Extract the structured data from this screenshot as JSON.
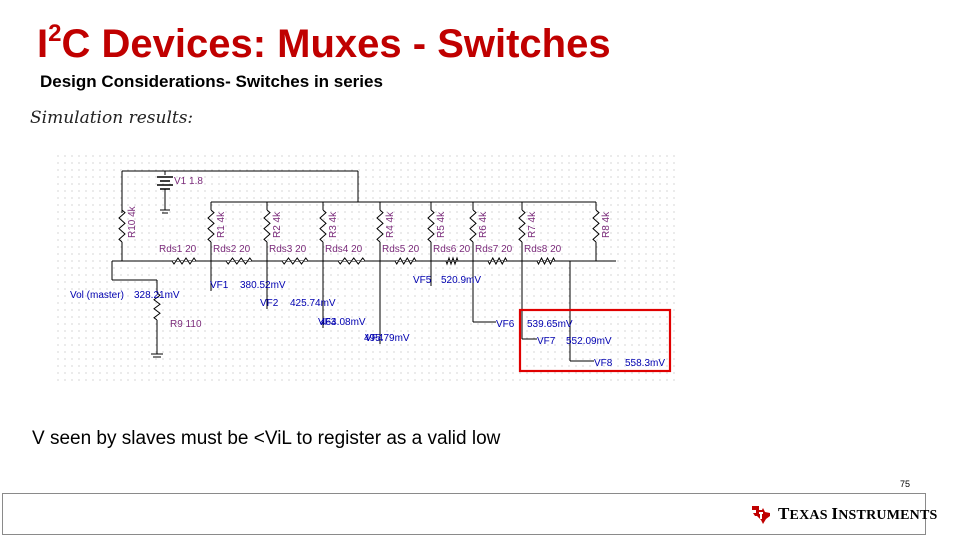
{
  "slide": {
    "title_prefix": "I",
    "title_sup": "2",
    "title_rest": "C Devices: Muxes - Switches",
    "subtitle": "Design Considerations- Switches in series",
    "sim_label": "Simulation results:",
    "note": "V seen by slaves must be <ViL to register as a valid low",
    "page_number": "75"
  },
  "logo": {
    "text_first": "T",
    "text_rest1": "EXAS ",
    "text_second": "I",
    "text_rest2": "NSTRUMENTS",
    "brand_color": "#c00000",
    "icon": "texas-state-icon"
  },
  "schematic": {
    "source_label": "V1 1.8",
    "pullups": [
      "R10 4k",
      "R1 4k",
      "R2 4k",
      "R3 4k",
      "R4 4k",
      "R5 4k",
      "R6 4k",
      "R7 4k",
      "R8 4k"
    ],
    "switches": [
      "Rds1 20",
      "Rds2 20",
      "Rds3 20",
      "Rds4 20",
      "Rds5 20",
      "Rds6 20",
      "Rds7 20",
      "Rds8 20"
    ],
    "master_probe": "Vol (master)",
    "master_value": "328.21mV",
    "r9_label": "R9 110",
    "probes": [
      {
        "name": "VF1",
        "value": "380.52mV"
      },
      {
        "name": "VF2",
        "value": "425.74mV"
      },
      {
        "name": "VF3",
        "value": "464.08mV"
      },
      {
        "name": "VF4",
        "value": "495.79mV"
      },
      {
        "name": "VF5",
        "value": "520.9mV"
      },
      {
        "name": "VF6",
        "value": "539.65mV"
      },
      {
        "name": "VF7",
        "value": "552.09mV"
      },
      {
        "name": "VF8",
        "value": "558.3mV"
      }
    ],
    "highlight_color": "#e00000",
    "wire_color": "#000000",
    "component_color": "#7a2a7a",
    "probe_color": "#0000b0"
  }
}
